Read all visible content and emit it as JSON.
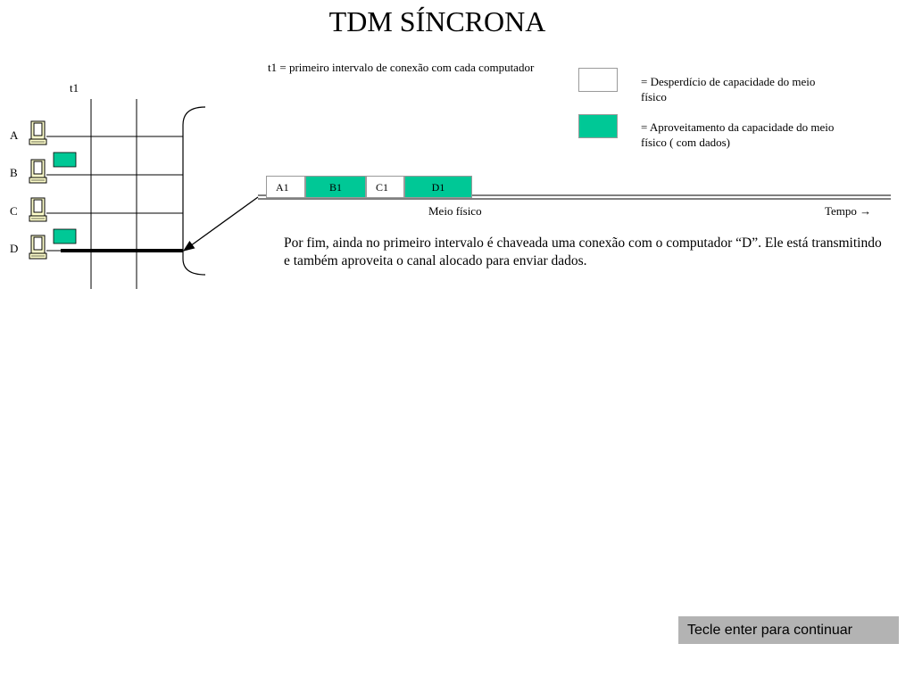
{
  "title": "TDM SÍNCRONA",
  "t1_note": "t1 = primeiro intervalo  de conexão com cada computador",
  "legend": {
    "waste_label": "= Desperdício de capacidade do meio físico",
    "used_label": "= Aproveitamento da capacidade do meio físico ( com dados)"
  },
  "time_label": "t1",
  "hosts": [
    "A",
    "B",
    "C",
    "D"
  ],
  "slots": [
    {
      "label": "A1",
      "has_data": false
    },
    {
      "label": "B1",
      "has_data": true
    },
    {
      "label": "C1",
      "has_data": false
    },
    {
      "label": "D1",
      "has_data": true
    }
  ],
  "medium_label": "Meio físico",
  "tempo_label": "Tempo →",
  "description": "Por fim, ainda no primeiro intervalo  é chaveada uma conexão com o computador “D”. Ele está transmitindo e também aproveita o canal alocado para enviar dados.",
  "continue_label": "Tecle enter para continuar",
  "colors": {
    "data": "#00c896",
    "computer": "#ffffcc",
    "box_border": "#9a9a9a",
    "button": "#b3b3b3"
  },
  "icons": [
    "computer-icon",
    "data-packet-icon",
    "arrow-right-icon"
  ]
}
